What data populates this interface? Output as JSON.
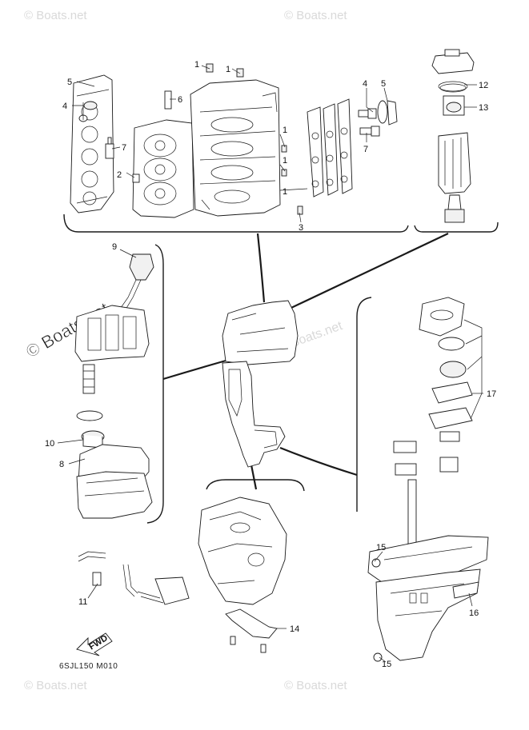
{
  "watermarks": {
    "corner": "© Boats.net",
    "large": "© Boats.net"
  },
  "callouts": {
    "c1": "1",
    "c2": "2",
    "c3": "3",
    "c4": "4",
    "c5": "5",
    "c6": "6",
    "c7": "7",
    "c8": "8",
    "c9": "9",
    "c10": "10",
    "c11": "11",
    "c12": "12",
    "c13": "13",
    "c14": "14",
    "c15": "15",
    "c16": "16",
    "c17": "17"
  },
  "fwd_label": "FWD",
  "diagram_code": "6SJL150 M010"
}
